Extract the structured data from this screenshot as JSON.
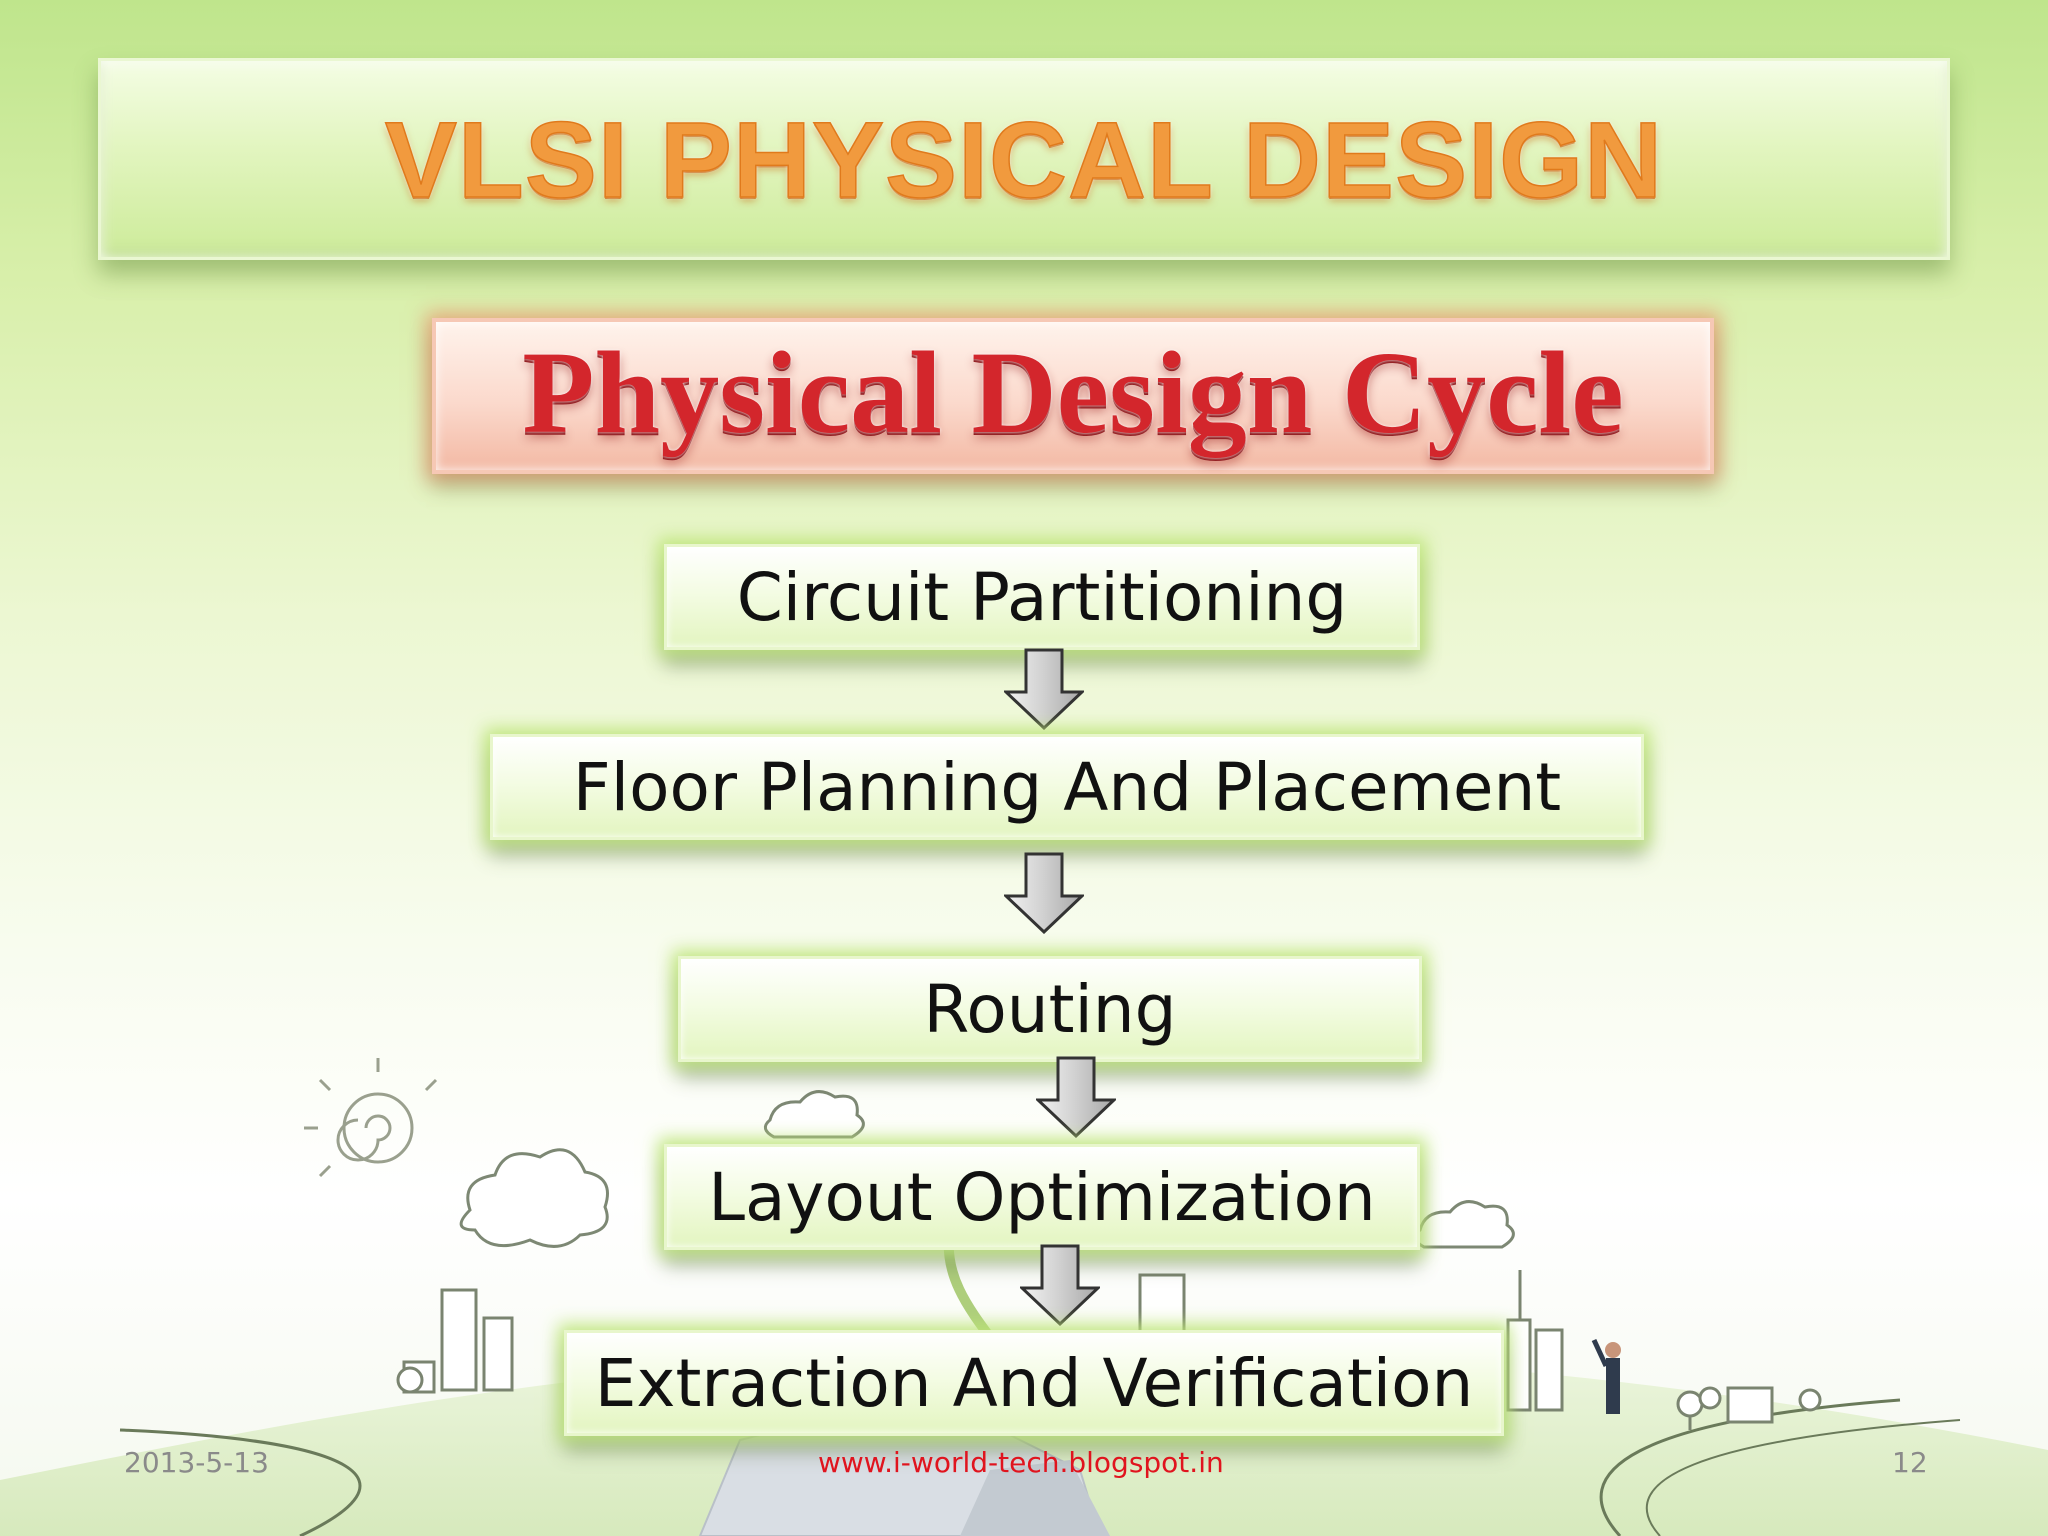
{
  "slide": {
    "title": "VLSI PHYSICAL DESIGN",
    "subtitle": "Physical Design Cycle",
    "steps": [
      "Circuit Partitioning",
      "Floor Planning And Placement",
      "Routing",
      "Layout Optimization",
      "Extraction And Verification"
    ]
  },
  "footer": {
    "date": "2013-5-13",
    "url": "www.i-world-tech.blogspot.in",
    "page_number": "12"
  },
  "colors": {
    "title": "#f19a3e",
    "subtitle": "#d3262c",
    "footer_url": "#e0141e",
    "footer_text": "#8a8a8a",
    "step_text": "#111111"
  },
  "icons": [
    "down-arrow-icon",
    "sun-icon",
    "cloud-icon",
    "building-icon",
    "person-icon",
    "tree-icon"
  ]
}
